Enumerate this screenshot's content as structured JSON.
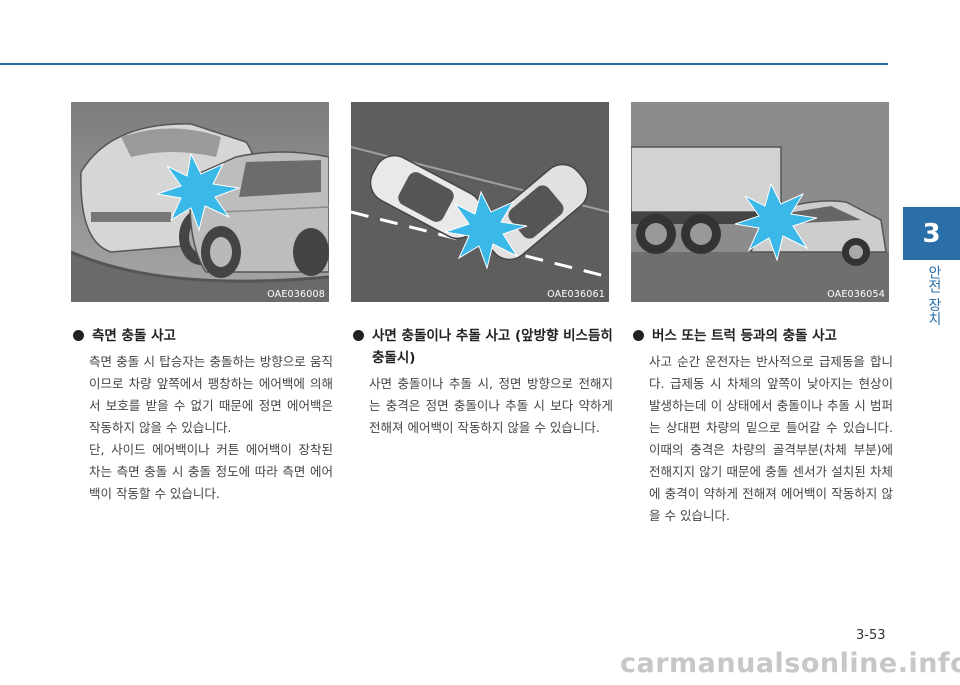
{
  "chapter": {
    "number": "3",
    "name": "안전 장치"
  },
  "sections": [
    {
      "figure_code": "OAE036008",
      "heading": "측면 충돌 사고",
      "paragraphs": [
        "측면 충돌 시 탑승자는 충돌하는 방향으로 움직이므로 차량 앞쪽에서 팽창하는 에어백에 의해서 보호를 받을 수 없기 때문에 정면 에어백은 작동하지 않을 수 있습니다.",
        "단, 사이드 에어백이나 커튼 에어백이 장착된 차는 측면 충돌 시 충돌 정도에 따라 측면 에어백이 작동할 수 있습니다."
      ]
    },
    {
      "figure_code": "OAE036061",
      "heading": "사면 충돌이나 추돌 사고 (앞방향 비스듬히 충돌시)",
      "paragraphs": [
        "사면 충돌이나 추돌 시, 정면 방향으로 전해지는 충격은 정면 충돌이나 추돌 시 보다 약하게 전해져 에어백이 작동하지 않을 수 있습니다."
      ]
    },
    {
      "figure_code": "OAE036054",
      "heading": "버스 또는 트럭 등과의 충돌 사고",
      "paragraphs": [
        "사고 순간 운전자는 반사적으로 급제동을 합니다. 급제동 시 차체의 앞쪽이 낮아지는 현상이 발생하는데 이 상태에서 충돌이나 추돌 시 범퍼는 상대편 차량의 밑으로 들어갈 수 있습니다. 이때의 충격은 차량의 골격부분(차체 부분)에 전해지지 않기 때문에 충돌 센서가 설치된 차체에 충격이 약하게 전해져 에어백이 작동하지 않을 수 있습니다."
      ]
    }
  ],
  "page_number": "3-53",
  "watermark": "carmanualsonline.info",
  "colors": {
    "accent": "#2a6fa8",
    "impact": "#3ab8e8"
  }
}
